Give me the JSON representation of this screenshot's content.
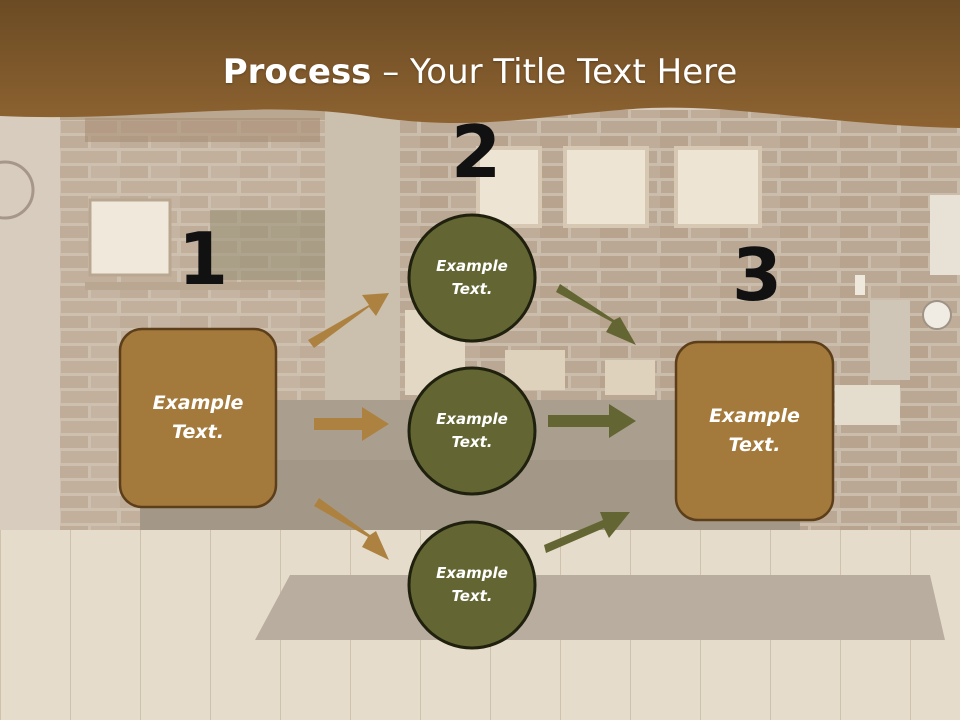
{
  "title": {
    "bold": "Process",
    "rest": " – Your Title Text Here"
  },
  "steps": {
    "one": "1",
    "two": "2",
    "three": "3"
  },
  "left_box": {
    "text": "Example\nText."
  },
  "right_box": {
    "text": "Example\nText."
  },
  "circles": [
    {
      "text": "Example\nText."
    },
    {
      "text": "Example\nText."
    },
    {
      "text": "Example\nText."
    }
  ],
  "colors": {
    "header": "#8a5e2c",
    "box_fill": "#a47a3c",
    "box_stroke": "#5c3f1a",
    "circle_fill": "#636633",
    "circle_stroke": "#1f200d",
    "arrow_brown": "#ad8241",
    "arrow_olive": "#636633"
  }
}
